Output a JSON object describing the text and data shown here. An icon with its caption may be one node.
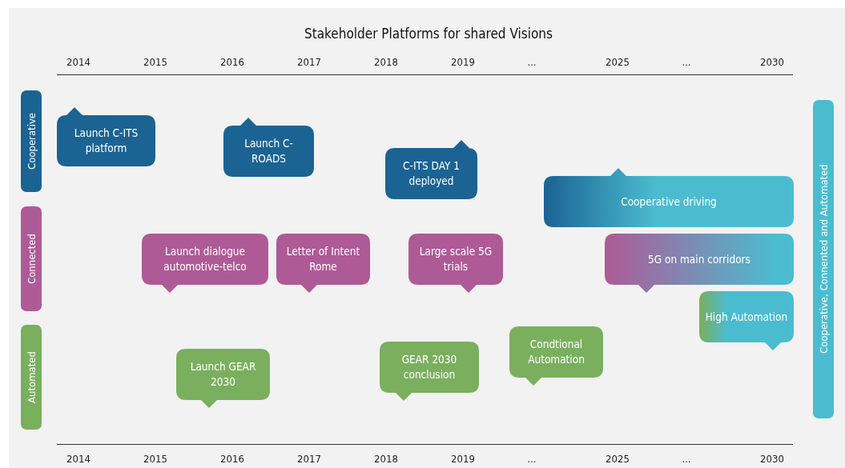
{
  "diagram": {
    "title": "Stakeholder Platforms for shared Visions",
    "nodes": [
      {
        "text": [
          "Cooperative"
        ]
      },
      {
        "text": [
          "Connected"
        ]
      },
      {
        "text": [
          "Automated"
        ]
      },
      {
        "text": [
          "Cooperative, Connented and Automated"
        ]
      },
      {
        "text": [
          "Launch C-ITS platform"
        ]
      },
      {
        "text": [
          "Launch C-ROADS"
        ]
      },
      {
        "text": [
          "C-ITS DAY 1 deployed"
        ]
      },
      {
        "text": [
          "Cooperative driving"
        ]
      },
      {
        "text": [
          "Launch dialogue automotive-telco"
        ]
      },
      {
        "text": [
          "Letter of Intent Rome"
        ]
      },
      {
        "text": [
          "Large scale 5G trials"
        ]
      },
      {
        "text": [
          "5G on main corridors"
        ]
      },
      {
        "text": [
          "High Automation"
        ]
      },
      {
        "text": [
          "Condtional Automation"
        ]
      },
      {
        "text": [
          "GEAR 2030 conclusion"
        ]
      },
      {
        "text": [
          "Launch GEAR 2030"
        ]
      }
    ],
    "labels": [
      "2014",
      "2015",
      "2016",
      "2017",
      "2018",
      "2019",
      "...",
      "2025",
      "...",
      "2030",
      "2014",
      "2015",
      "2016",
      "2017",
      "2018",
      "2019",
      "...",
      "2025",
      "...",
      "2030"
    ]
  }
}
